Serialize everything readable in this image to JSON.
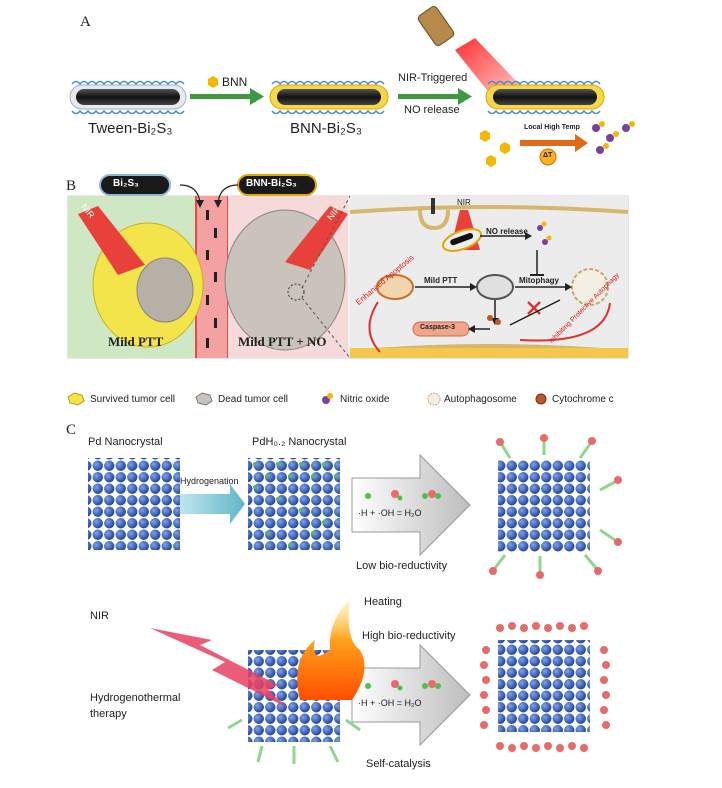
{
  "panelA": {
    "label": "A",
    "bnn_label": "BNN",
    "tween_label": "Tween-Bi₂S₃",
    "bnn_bi2s3_label": "BNN-Bi₂S₃",
    "trigger_line1": "NIR-Triggered",
    "trigger_line2": "NO release",
    "local_high_temp": "Local High Temp",
    "delta_t": "ΔT"
  },
  "panelB": {
    "label": "B",
    "chip_bi2s3": "Bi₂S₃",
    "chip_bnn": "BNN-Bi₂S₃",
    "nir_left": "NIR",
    "nir_right": "NIR",
    "nir_cell": "NIR",
    "mild_ptt": "Mild PTT",
    "mild_ptt_no": "Mild PTT + NO",
    "no_release": "NO release",
    "mild_ptt_inner": "Mild PTT",
    "mitophagy": "Mitophagy",
    "caspase": "Caspase-3",
    "enhanced_apoptosis": "Enhanced Apoptosis",
    "inhibiting": "Inhibiting Protective Autophagy",
    "legend": [
      {
        "label": "Survived tumor cell",
        "color": "#f2e44a"
      },
      {
        "label": "Dead tumor cell",
        "color": "#c9c3bb"
      },
      {
        "label": "Nitric oxide",
        "color": "#7b3fa0"
      },
      {
        "label": "Autophagosome",
        "color": "#d9c7a0"
      },
      {
        "label": "Cytochrome c",
        "color": "#c0572a"
      }
    ]
  },
  "panelC": {
    "label": "C",
    "pd_nanocrystal": "Pd Nanocrystal",
    "pdh_nanocrystal": "PdH₀.₂ Nanocrystal",
    "hydrogenation": "Hydrogenation",
    "equation": "·H + ·OH = H₂O",
    "low_bio": "Low bio-reductivity",
    "nir": "NIR",
    "heating": "Heating",
    "high_bio": "High bio-reductivity",
    "hydrogenothermal": "Hydrogenothermal therapy",
    "self_catalysis": "Self-catalysis"
  }
}
